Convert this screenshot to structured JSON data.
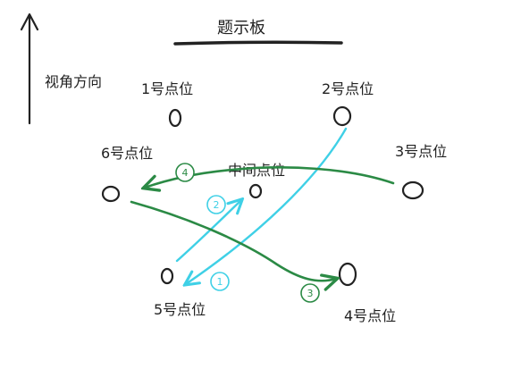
{
  "board": {
    "title": "题示板"
  },
  "view_direction": {
    "label": "视角方向"
  },
  "points": [
    {
      "id": "p1",
      "label": "1号点位"
    },
    {
      "id": "p2",
      "label": "2号点位"
    },
    {
      "id": "p3",
      "label": "3号点位"
    },
    {
      "id": "p4",
      "label": "4号点位"
    },
    {
      "id": "p5",
      "label": "5号点位"
    },
    {
      "id": "p6",
      "label": "6号点位"
    },
    {
      "id": "center",
      "label": "中间点位"
    }
  ],
  "steps": [
    {
      "order": "1",
      "from": "2号点位",
      "to": "5号点位",
      "color": "#3fd0e6"
    },
    {
      "order": "2",
      "from": "5号点位",
      "to": "中间点位",
      "color": "#3fd0e6"
    },
    {
      "order": "3",
      "from": "6号点位",
      "to": "4号点位",
      "color": "#2b8a45"
    },
    {
      "order": "4",
      "from": "3号点位",
      "to": "6号点位",
      "color": "#2b8a45"
    }
  ],
  "colors": {
    "ink": "#222222",
    "cyan": "#3fd0e6",
    "green": "#2b8a45"
  }
}
